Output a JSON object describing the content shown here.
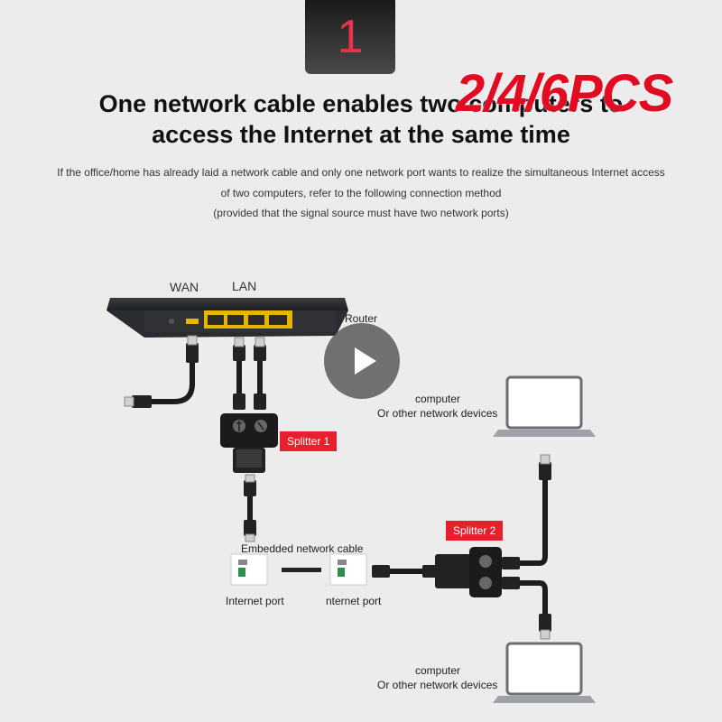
{
  "badge": {
    "step_number": "1"
  },
  "pack_label": "2/4/6PCS",
  "headline": {
    "line1": "One network cable enables two computers to",
    "line2": "access the Internet at the same time"
  },
  "description": {
    "line1": "If the office/home has already laid a network cable and only one network port wants to realize the simultaneous Internet access",
    "line2": "of two computers, refer to the following connection method",
    "line3": "(provided that the signal source must have two network ports)"
  },
  "diagram": {
    "router": {
      "label": "Router",
      "wan_label": "WAN",
      "lan_label": "LAN"
    },
    "splitter1": {
      "label": "Splitter 1"
    },
    "splitter2": {
      "label": "Splitter 2"
    },
    "embedded_cable": {
      "label": "Embedded network cable"
    },
    "ports": {
      "left_label": "Internet port",
      "right_label": "nternet port"
    },
    "computer_top": {
      "line1": "computer",
      "line2": "Or other network devices"
    },
    "computer_bottom": {
      "line1": "computer",
      "line2": "Or other network devices"
    }
  },
  "colors": {
    "accent_red": "#e30b22",
    "tag_red": "#e5212e",
    "lan_yellow": "#e8b400",
    "background": "#ececec"
  },
  "icons": [
    "play-icon",
    "router-icon",
    "splitter-icon",
    "laptop-icon",
    "wall-port-icon",
    "rj45-connector-icon"
  ]
}
